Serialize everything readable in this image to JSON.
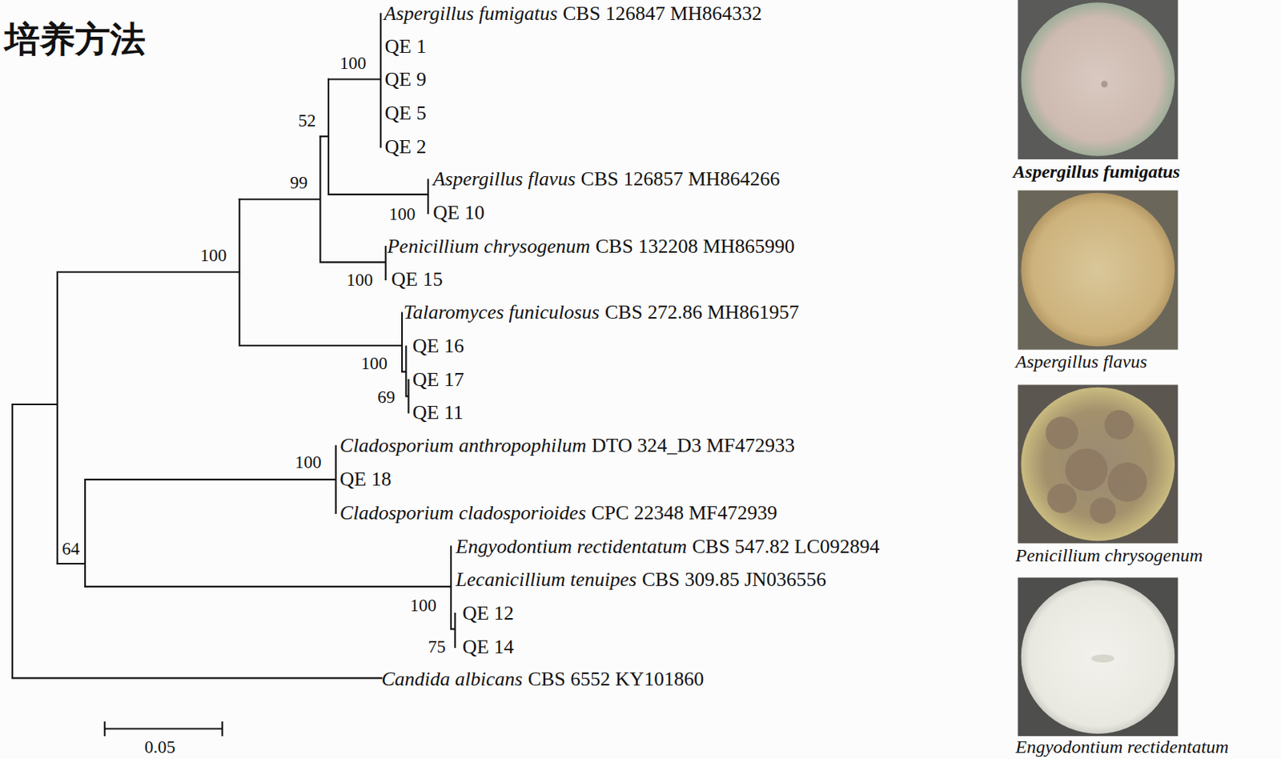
{
  "diagram": {
    "title": "培养方法",
    "labels": [
      "Aspergillus fumigatus",
      "CBS 126847 MH864332",
      "QE 1",
      "100",
      "QE 9",
      "QE 5",
      "52",
      "QE 2",
      "Aspergillus flavus",
      "CBS 126857 MH864266",
      "99",
      "100",
      "QE 10",
      "Penicillium chrysogenum",
      "CBS 132208 MH865990",
      "100",
      "100",
      "QE 15",
      "Talaromyces funiculosus",
      "CBS 272.86 MH861957",
      "QE 16",
      "100",
      "QE 17",
      "69",
      "QE 11",
      "Cladosporium anthropophilum",
      "DTO 324_D3 MF472933",
      "100",
      "QE 18",
      "Cladosporium cladosporioides",
      "CPC 22348 MF472939",
      "Engyodontium rectidentatum",
      "CBS 547.82 LC092894",
      "64",
      "Lecanicillium tenuipes",
      "CBS 309.85 JN036556",
      "100",
      "QE 12",
      "QE 14",
      "75",
      "Candida albicans",
      "CBS 6552 KY101860",
      "0.05",
      "Aspergillus fumigatus",
      "Aspergillus flavus",
      "Penicillium chrysogenum",
      "Engyodontium rectidentatum"
    ]
  }
}
